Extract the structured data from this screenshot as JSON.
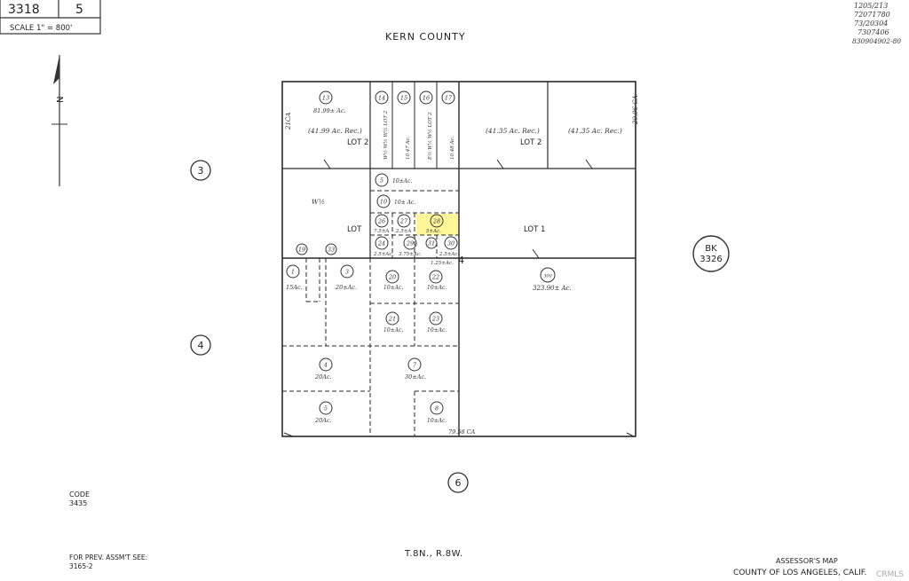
{
  "header": {
    "book": "3318",
    "page": "5",
    "scale": "SCALE 1\" = 800'",
    "county_north": "KERN COUNTY",
    "corner_notes": [
      "1205/213",
      "72071780",
      "73/20304",
      "7307406",
      "830904902-80"
    ]
  },
  "north_arrow": {
    "label": "N"
  },
  "sections": {
    "west_top": "3",
    "west_bottom": "4",
    "south": "6"
  },
  "book_ref": {
    "prefix": "BK",
    "number": "3326"
  },
  "left_margin_note": "21CA",
  "right_margin_note": "20.96 CA",
  "bottom_edge_note": "79.58 CA",
  "parcels": [
    {
      "id": "p13",
      "number": "13",
      "area": "81.99± Ac."
    },
    {
      "id": "p14",
      "number": "14",
      "area": "W½ W½ W½ LOT 2"
    },
    {
      "id": "p15",
      "number": "15",
      "area": "10.47 Ac."
    },
    {
      "id": "p16",
      "number": "16",
      "area": "E½ W½ W½ LOT 2"
    },
    {
      "id": "p17",
      "number": "17",
      "area": "10.48 Ac."
    },
    {
      "id": "p5top",
      "number": "5",
      "area": "10±Ac."
    },
    {
      "id": "p10",
      "number": "10",
      "area": "10± Ac."
    },
    {
      "id": "p26",
      "number": "26",
      "area": "7.5±A"
    },
    {
      "id": "p27",
      "number": "27",
      "area": "2.5±A"
    },
    {
      "id": "p28",
      "number": "28",
      "area": "5±Ac."
    },
    {
      "id": "p24",
      "number": "24",
      "area": "2.5±Ac."
    },
    {
      "id": "p29",
      "number": "29",
      "area": "3.75±Ac."
    },
    {
      "id": "p31",
      "number": "31",
      "area": ""
    },
    {
      "id": "p30",
      "number": "30",
      "area": "2.5±Ac."
    },
    {
      "id": "p19",
      "number": "19",
      "area": ""
    },
    {
      "id": "p33",
      "number": "33",
      "area": ""
    },
    {
      "id": "p1",
      "number": "1",
      "area": "15Ac."
    },
    {
      "id": "p3",
      "number": "3",
      "area": "20±Ac."
    },
    {
      "id": "p20",
      "number": "20",
      "area": "10±Ac."
    },
    {
      "id": "p22",
      "number": "22",
      "area": "10±Ac."
    },
    {
      "id": "p21",
      "number": "21",
      "area": "10±Ac."
    },
    {
      "id": "p23",
      "number": "23",
      "area": "10±Ac."
    },
    {
      "id": "p4",
      "number": "4",
      "area": "20Ac."
    },
    {
      "id": "p7",
      "number": "7",
      "area": "30±Ac."
    },
    {
      "id": "p5bot",
      "number": "5",
      "area": "20Ac."
    },
    {
      "id": "p8",
      "number": "8",
      "area": "10±Ac."
    },
    {
      "id": "p300",
      "number": "300",
      "area": "323.90± Ac."
    }
  ],
  "lots": {
    "lot2_left": "LOT 2",
    "lot2_right": "LOT 2",
    "lot_left": "LOT",
    "lot1": "LOT 1",
    "rec_left": "(41.99 Ac. Rec.)",
    "rec_mid": "(41.35 Ac. Rec.)",
    "rec_right": "(41.35 Ac. Rec.)",
    "w_half": "W½",
    "corner_num": "4",
    "small_area": "1.25±Ac."
  },
  "footer": {
    "code_label": "CODE",
    "code_value": "3435",
    "township": "T.8N., R.8W.",
    "prev_label": "FOR PREV. ASSM'T SEE:",
    "prev_value": "3165-2",
    "assessor": "ASSESSOR'S MAP",
    "county": "COUNTY OF LOS ANGELES, CALIF.",
    "watermark": "CRMLS"
  },
  "colors": {
    "highlight": "#fff79a",
    "line": "#2a2a2a"
  }
}
